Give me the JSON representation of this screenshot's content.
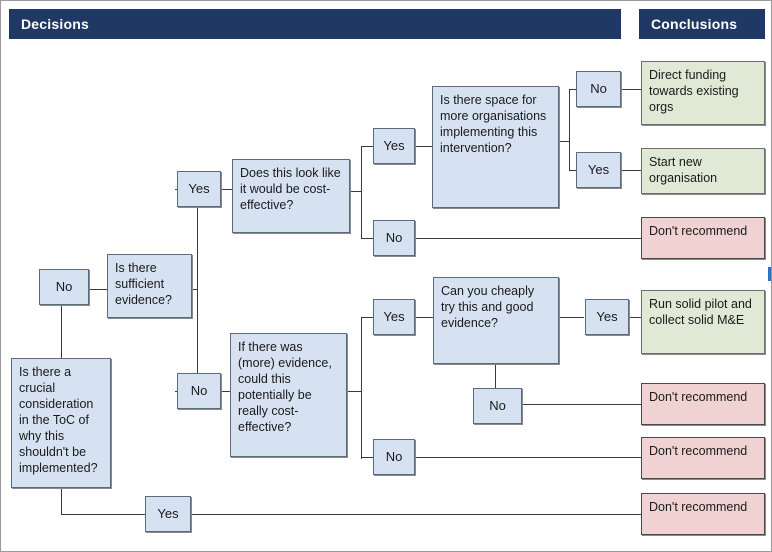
{
  "headers": {
    "decisions": "Decisions",
    "conclusions": "Conclusions"
  },
  "decision_nodes": {
    "crucial_consideration": "Is there a crucial consideration in the ToC of why this shouldn't be implemented?",
    "sufficient_evidence": "Is there sufficient evidence?",
    "cost_effective": "Does this look like it would be cost-effective?",
    "space_for_orgs": "Is there space for more organisations implementing this intervention?",
    "could_be_cost_effective": "If there was (more) evidence, could this potentially be really cost-effective?",
    "cheaply_try": "Can you cheaply try this and good evidence?"
  },
  "branch_labels": {
    "crucial_no": "No",
    "crucial_yes": "Yes",
    "evidence_yes": "Yes",
    "evidence_no": "No",
    "cost_effective_yes": "Yes",
    "cost_effective_no": "No",
    "space_no": "No",
    "space_yes": "Yes",
    "potential_yes": "Yes",
    "potential_no": "No",
    "cheaply_yes": "Yes",
    "cheaply_no": "No"
  },
  "conclusions": {
    "direct_funding": "Direct funding towards existing orgs",
    "start_new_org": "Start new organisation",
    "dont_recommend_1": "Don't recommend",
    "run_solid_pilot": "Run solid pilot and collect solid M&E",
    "dont_recommend_2": "Don't recommend",
    "dont_recommend_3": "Don't recommend",
    "dont_recommend_4": "Don't recommend"
  },
  "colors": {
    "banner": "#1f3864",
    "decision_fill": "#d6e2f2",
    "conclusion_green": "#dfe9d5",
    "conclusion_pink": "#f0d2d2",
    "connector": "#3a3a3a",
    "marker_blue": "#2f6fc4"
  }
}
